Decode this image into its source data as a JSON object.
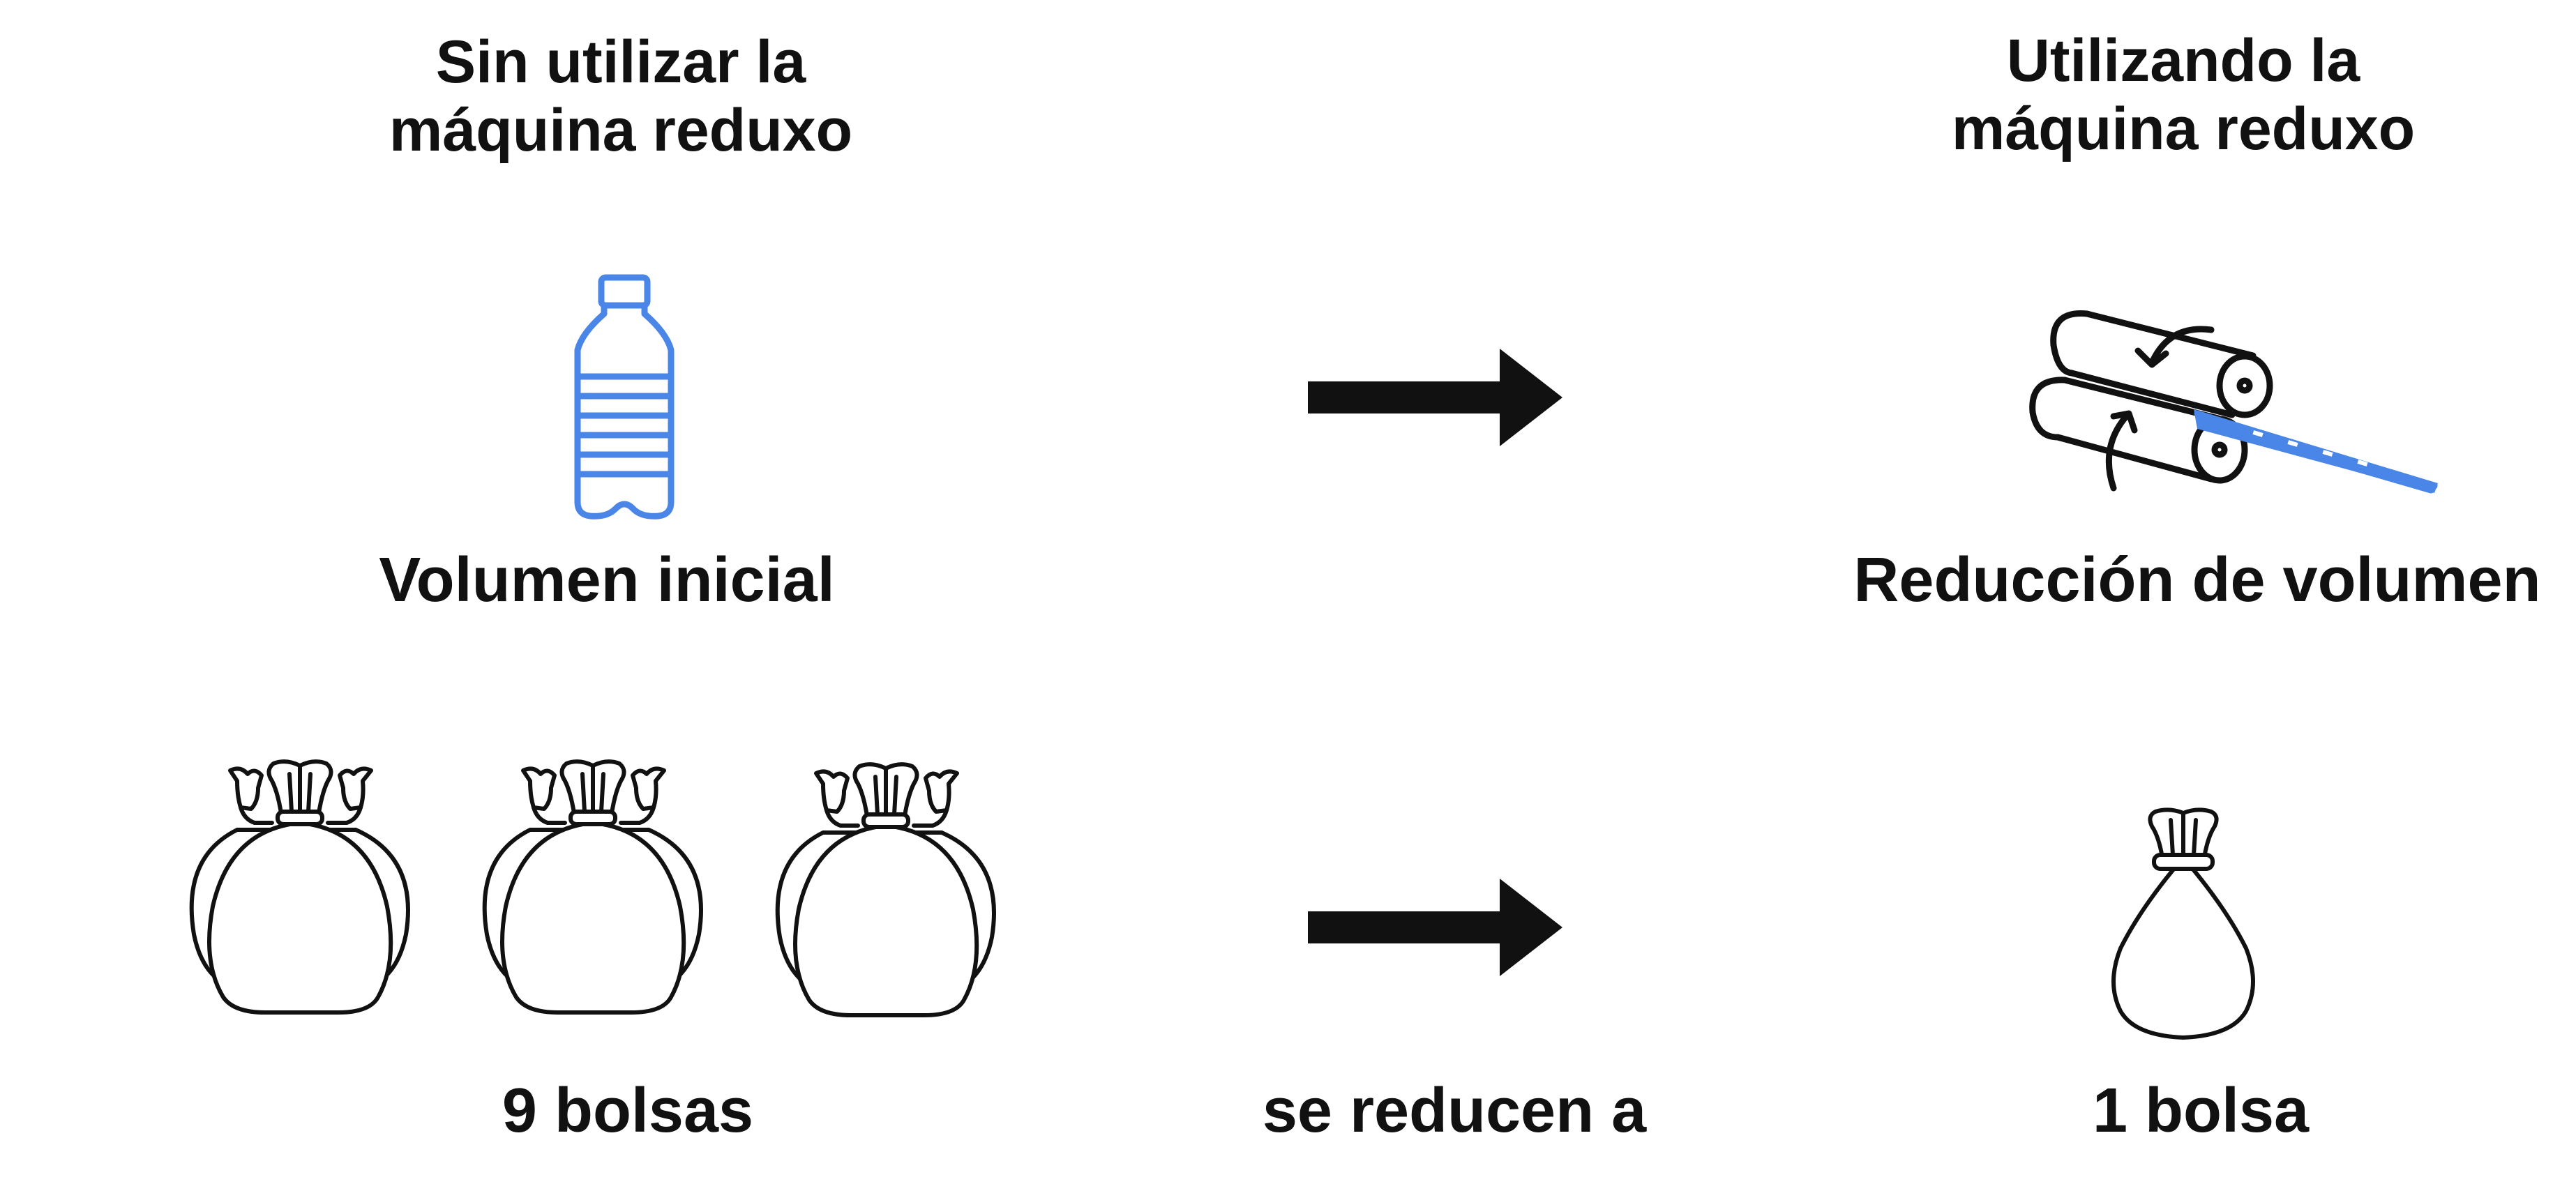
{
  "columns": {
    "left": {
      "title_line1": "Sin utilizar la",
      "title_line2": "máquina reduxo",
      "caption": "Volumen inicial",
      "bags_label": "9 bolsas"
    },
    "right": {
      "title_line1": "Utilizando la",
      "title_line2": "máquina reduxo",
      "caption": "Reducción de volumen",
      "bags_label": "1 bolsa"
    }
  },
  "center": {
    "bags_connector": "se reducen a"
  },
  "icons": {
    "bottle": "plastic-bottle-icon",
    "compactor": "roller-compactor-icon",
    "trash_bags": "trash-bag-group-icon",
    "single_bag": "trash-bag-icon",
    "arrow": "arrow-right-icon"
  },
  "colors": {
    "accent_blue": "#4a86e8",
    "ink": "#111111"
  }
}
